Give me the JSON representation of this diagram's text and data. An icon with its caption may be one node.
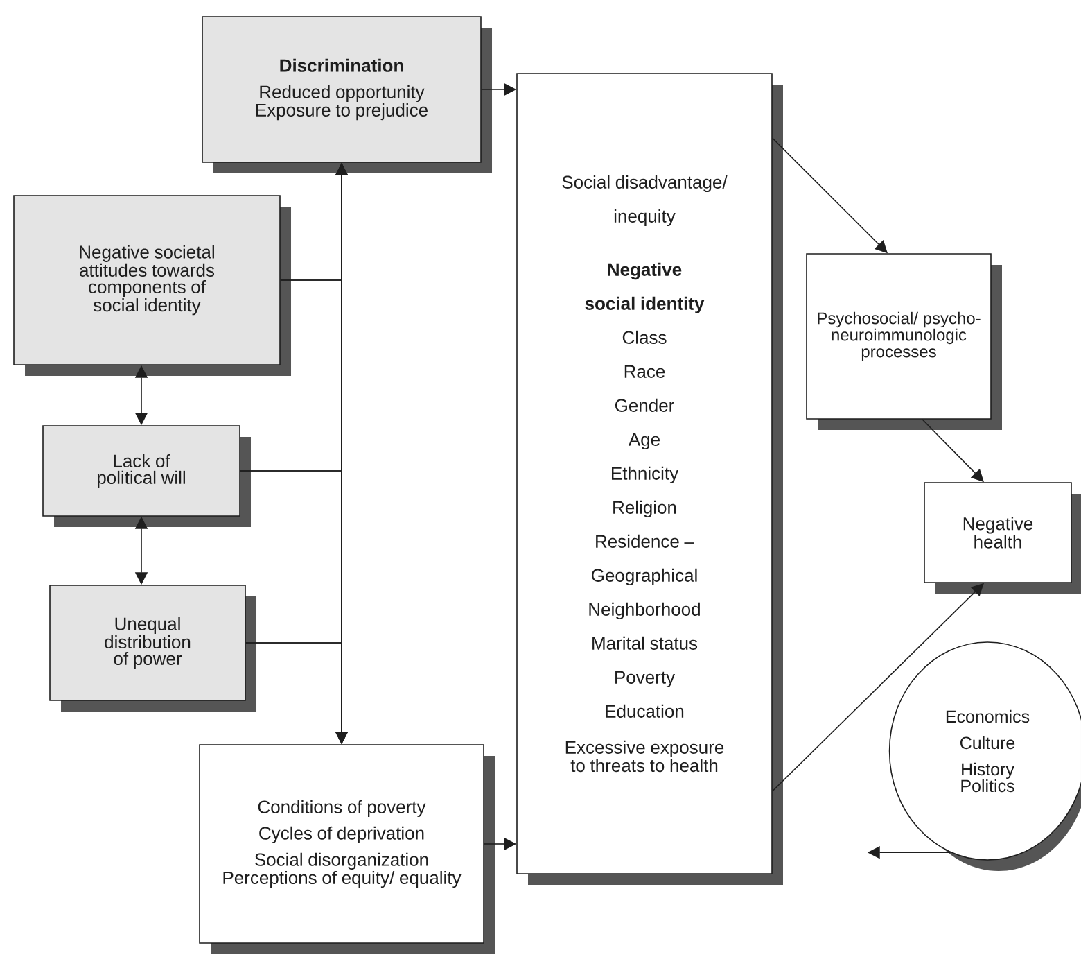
{
  "diagram": {
    "nodes": [
      {
        "text": [
          "Discrimination",
          "Reduced opportunity",
          "Exposure to prejudice"
        ]
      },
      {
        "text": [
          "Negative societal attitudes towards components of social identity"
        ]
      },
      {
        "text": [
          "Lack of political will"
        ]
      },
      {
        "text": [
          "Unequal distribution of power"
        ]
      },
      {
        "text": [
          "Conditions of poverty",
          "Cycles of deprivation",
          "Social disorganization",
          "Perceptions of equity/ equality"
        ]
      },
      {
        "text": [
          "Social disadvantage/ inequity",
          "Negative social identity",
          "Class",
          "Race",
          "Gender",
          "Age",
          "Ethnicity",
          "Religion",
          "Residence – Geographical",
          "Neighborhood",
          "Marital status",
          "Poverty",
          "Education",
          "Excessive exposure to threats to health"
        ]
      },
      {
        "text": [
          "Psychosocial/ psycho-neuroimmunologic processes"
        ]
      },
      {
        "text": [
          "Negative health"
        ]
      },
      {
        "text": [
          "Economics",
          "Culture",
          "History",
          "Politics"
        ]
      }
    ],
    "edges": [
      {
        "from": 1,
        "to": 0,
        "arrow": "to"
      },
      {
        "from": 2,
        "to": 0,
        "arrow": "to"
      },
      {
        "from": 3,
        "to": 0,
        "arrow": "to"
      },
      {
        "from": 1,
        "to": 4,
        "arrow": "to"
      },
      {
        "from": 2,
        "to": 4,
        "arrow": "to"
      },
      {
        "from": 3,
        "to": 4,
        "arrow": "to"
      },
      {
        "from": 1,
        "to": 2,
        "arrow": "both"
      },
      {
        "from": 2,
        "to": 3,
        "arrow": "both"
      },
      {
        "from": 0,
        "to": 5,
        "arrow": "to"
      },
      {
        "from": 4,
        "to": 5,
        "arrow": "to"
      },
      {
        "from": 5,
        "to": 6,
        "arrow": "to"
      },
      {
        "from": 6,
        "to": 7,
        "arrow": "to"
      },
      {
        "from": 5,
        "to": 7,
        "arrow": "to"
      },
      {
        "from": 8,
        "to": null,
        "arrow": "to"
      }
    ]
  }
}
